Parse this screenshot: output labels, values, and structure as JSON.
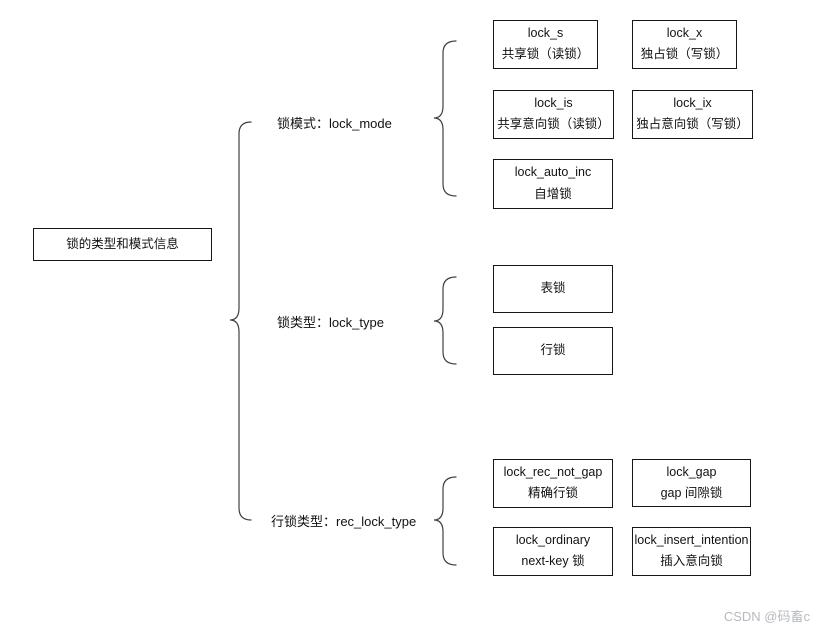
{
  "page": {
    "background": "#ffffff",
    "line_color": "#3f3f3f",
    "box_border_color": "#161616",
    "text_color": "#111111",
    "watermark": "CSDN @码畜c",
    "watermark_color": "#b6b9be"
  },
  "root": {
    "label": "锁的类型和模式信息"
  },
  "branches": [
    {
      "label": "锁模式：lock_mode",
      "nodes": [
        {
          "title": "lock_s",
          "subtitle": "共享锁（读锁）"
        },
        {
          "title": "lock_x",
          "subtitle": "独占锁（写锁）"
        },
        {
          "title": "lock_is",
          "subtitle": "共享意向锁（读锁）"
        },
        {
          "title": "lock_ix",
          "subtitle": "独占意向锁（写锁）"
        },
        {
          "title": "lock_auto_inc",
          "subtitle": "自增锁"
        }
      ]
    },
    {
      "label": "锁类型：lock_type",
      "nodes": [
        {
          "title": "表锁"
        },
        {
          "title": "行锁"
        }
      ]
    },
    {
      "label": "行锁类型：rec_lock_type",
      "nodes": [
        {
          "title": "lock_rec_not_gap",
          "subtitle": "精确行锁"
        },
        {
          "title": "lock_gap",
          "subtitle": "gap 间隙锁"
        },
        {
          "title": "lock_ordinary",
          "subtitle": "next-key 锁"
        },
        {
          "title": "lock_insert_intention",
          "subtitle": "插入意向锁"
        }
      ]
    }
  ]
}
